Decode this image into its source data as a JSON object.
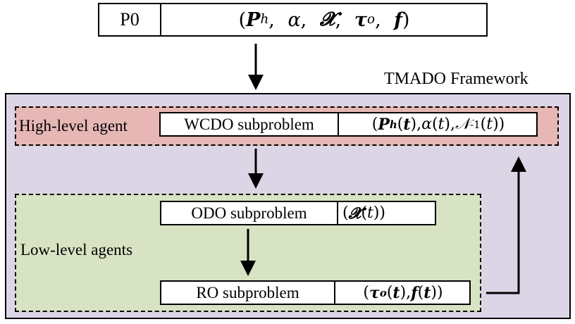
{
  "header": {
    "problem_label": "P0",
    "params": [
      "P_h",
      "α",
      "𝓧",
      "τ_o",
      "f"
    ]
  },
  "framework": {
    "title": "TMADO Framework"
  },
  "high_level": {
    "agent_label": "High-level agent",
    "subproblem": "WCDO subproblem",
    "params": "(P_h(t), α(t), 𝒩-1(t))"
  },
  "low_level": {
    "agent_label": "Low-level agents",
    "odo": {
      "subproblem": "ODO subproblem",
      "params": "(𝓧(t))"
    },
    "ro": {
      "subproblem": "RO subproblem",
      "params": "(τ_o(t), f(t))"
    }
  },
  "colors": {
    "framework_bg": "#dcd5e6",
    "high_level_bg": "#e6b7b5",
    "low_level_bg": "#d7e3c3"
  }
}
